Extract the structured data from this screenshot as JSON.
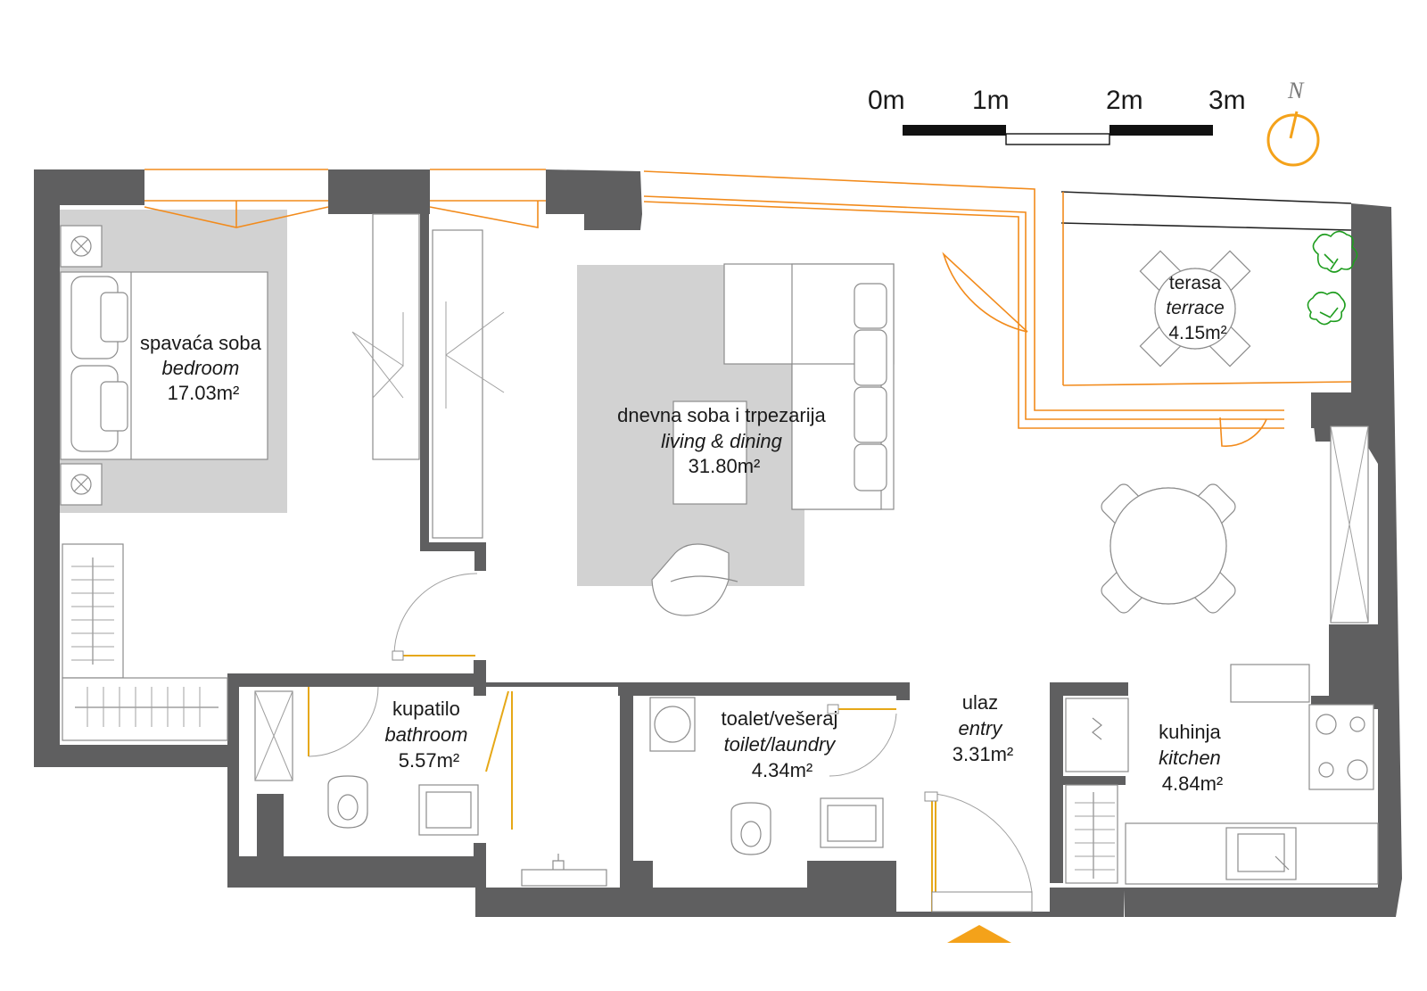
{
  "scale": {
    "labels": [
      "0m",
      "1m",
      "2m",
      "3m"
    ]
  },
  "north": {
    "label": "N"
  },
  "rooms": {
    "bedroom": {
      "name": "spavaća soba",
      "name_en": "bedroom",
      "area": "17.03m²"
    },
    "living": {
      "name": "dnevna soba i trpezarija",
      "name_en": "living & dining",
      "area": "31.80m²"
    },
    "terrace": {
      "name": "terasa",
      "name_en": "terrace",
      "area": "4.15m²"
    },
    "bathroom": {
      "name": "kupatilo",
      "name_en": "bathroom",
      "area": "5.57m²"
    },
    "toilet": {
      "name": "toalet/vešeraj",
      "name_en": "toilet/laundry",
      "area": "4.34m²"
    },
    "entry": {
      "name": "ulaz",
      "name_en": "entry",
      "area": "3.31m²"
    },
    "kitchen": {
      "name": "kuhinja",
      "name_en": "kitchen",
      "area": "4.84m²"
    }
  },
  "colors": {
    "walls": "#5f5f60",
    "doors_windows": "#f28b1c",
    "door_leaves": "#e6a817",
    "furniture": "#8c8c8c",
    "rugs": "#d2d2d2",
    "plants": "#1f9d1f"
  }
}
